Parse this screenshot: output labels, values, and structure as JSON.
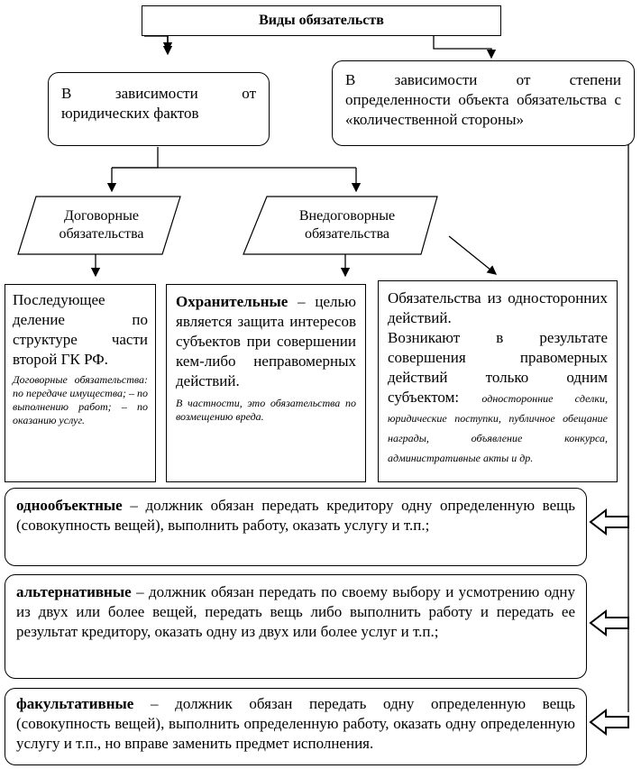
{
  "title": "Виды обязательств",
  "left_category": "В зависимости от юридических фактов",
  "right_category": "В зависимости от степени определенности объекта обязательства с «количественной стороны»",
  "contract_type": "Договорные обязательства",
  "noncontract_type": "Внедоговорные обязательства",
  "box_contract": {
    "main": "Последующее деление по структуре части второй ГК РФ.",
    "note": "Договорные обязательства: по передаче имущества; – по выполнению работ; – по оказанию услуг."
  },
  "box_protective": {
    "bold": "Охранительные",
    "main": " – целью является защита интересов субъектов при совершении кем-либо неправомерных действий.",
    "note": "В частности, это обязательства по возмещению вреда."
  },
  "box_unilateral": {
    "main1": "Обязательства из односторонних действий.",
    "main2": "Возникают в результате совершения правомерных действий только одним субъектом: ",
    "note": "односторонние сделки, юридические поступки, публичное обещание награды, объявление конкурса, административные акты и др."
  },
  "type_single": {
    "bold": "однообъектные",
    "text": " – должник обязан передать кредитору одну определенную вещь (совокупность вещей), выполнить работу, оказать услугу и т.п.;"
  },
  "type_alternative": {
    "bold": "альтернативные",
    "text": " – должник обязан передать по своему выбору и усмотрению одну из двух или более вещей, передать вещь либо выполнить работу и передать ее результат кредитору, оказать одну из двух или более услуг и т.п.;"
  },
  "type_optional": {
    "bold": "факультативные",
    "text": " – должник обязан передать одну определенную вещь (совокупность вещей), выполнить определенную работу, оказать одну определенную услугу и т.п., но вправе заменить предмет исполнения."
  }
}
